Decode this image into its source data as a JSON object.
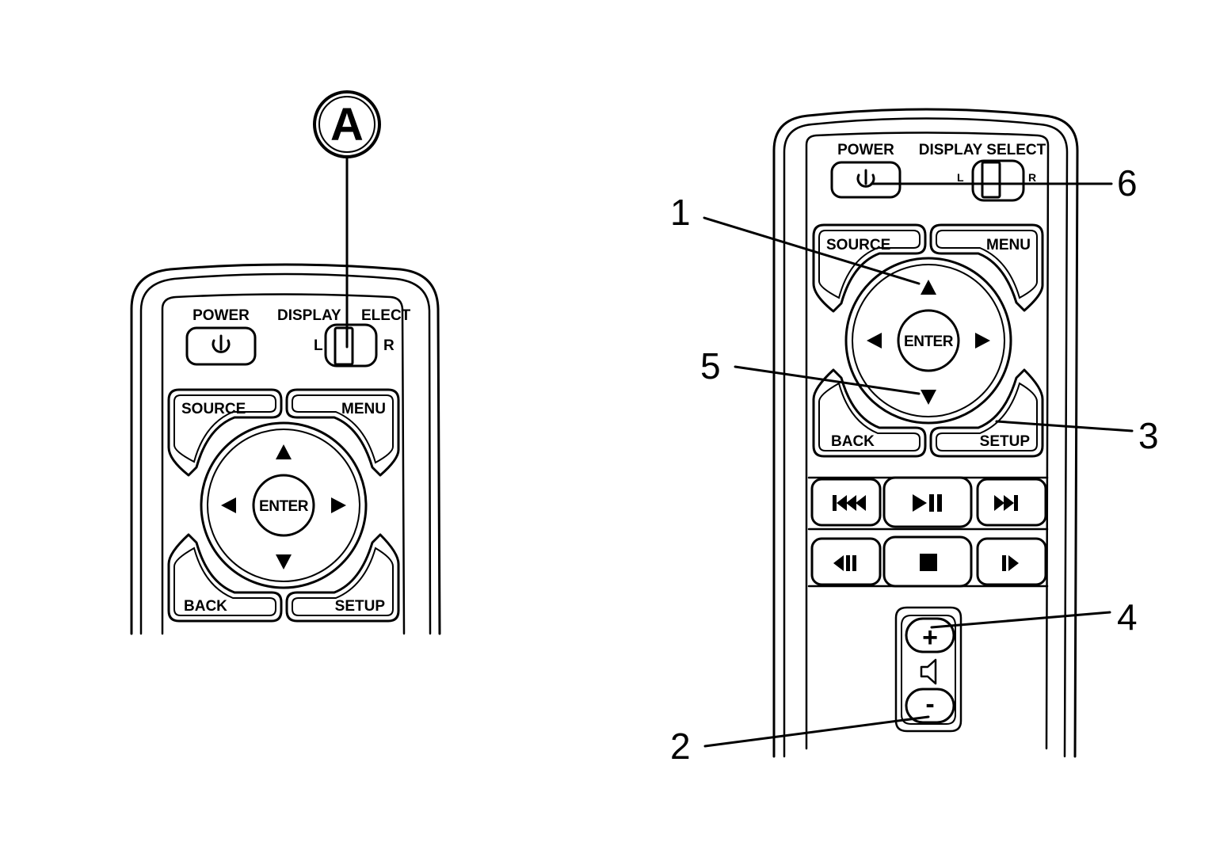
{
  "left_remote": {
    "callout": "A",
    "power_label": "POWER",
    "display_select_label_1": "DISPLAY",
    "display_select_label_2": "ELECT",
    "switch_left": "L",
    "switch_right": "R",
    "source_label": "SOURCE",
    "menu_label": "MENU",
    "enter_label": "ENTER",
    "back_label": "BACK",
    "setup_label": "SETUP"
  },
  "right_remote": {
    "power_label": "POWER",
    "display_select_label": "DISPLAY SELECT",
    "switch_left": "L",
    "switch_right": "R",
    "source_label": "SOURCE",
    "menu_label": "MENU",
    "enter_label": "ENTER",
    "back_label": "BACK",
    "setup_label": "SETUP",
    "volume_plus": "+",
    "volume_minus": "-"
  },
  "callouts": [
    "1",
    "2",
    "3",
    "4",
    "5",
    "6"
  ],
  "icons": {
    "power": "power-icon",
    "up": "arrow-up-icon",
    "down": "arrow-down-icon",
    "left": "arrow-left-icon",
    "right": "arrow-right-icon",
    "prev": "prev-track-icon",
    "play_pause": "play-pause-icon",
    "next": "next-track-icon",
    "rewind": "rewind-icon",
    "stop": "stop-icon",
    "fast_forward": "fast-forward-icon",
    "speaker": "speaker-icon"
  }
}
